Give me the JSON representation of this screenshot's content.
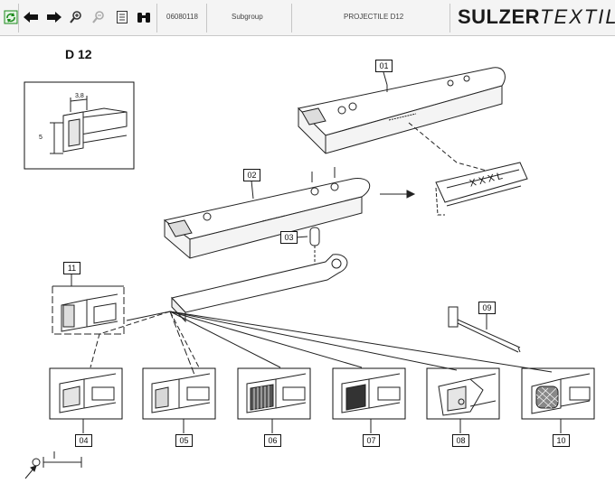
{
  "toolbar": {
    "part_number": "06080118",
    "subgroup_label": "Subgroup",
    "title": "PROJECTILE D12",
    "brand_bold": "SULZER",
    "brand_light": "TEXTIL"
  },
  "drawing": {
    "heading": "D 12",
    "dim_width": "3,8",
    "dim_height": "5",
    "code_text": "XXXL",
    "labels": [
      "01",
      "02",
      "03",
      "04",
      "05",
      "06",
      "07",
      "08",
      "09",
      "10",
      "11"
    ]
  },
  "colors": {
    "accent": "#1a8a1a",
    "line": "#222222"
  }
}
